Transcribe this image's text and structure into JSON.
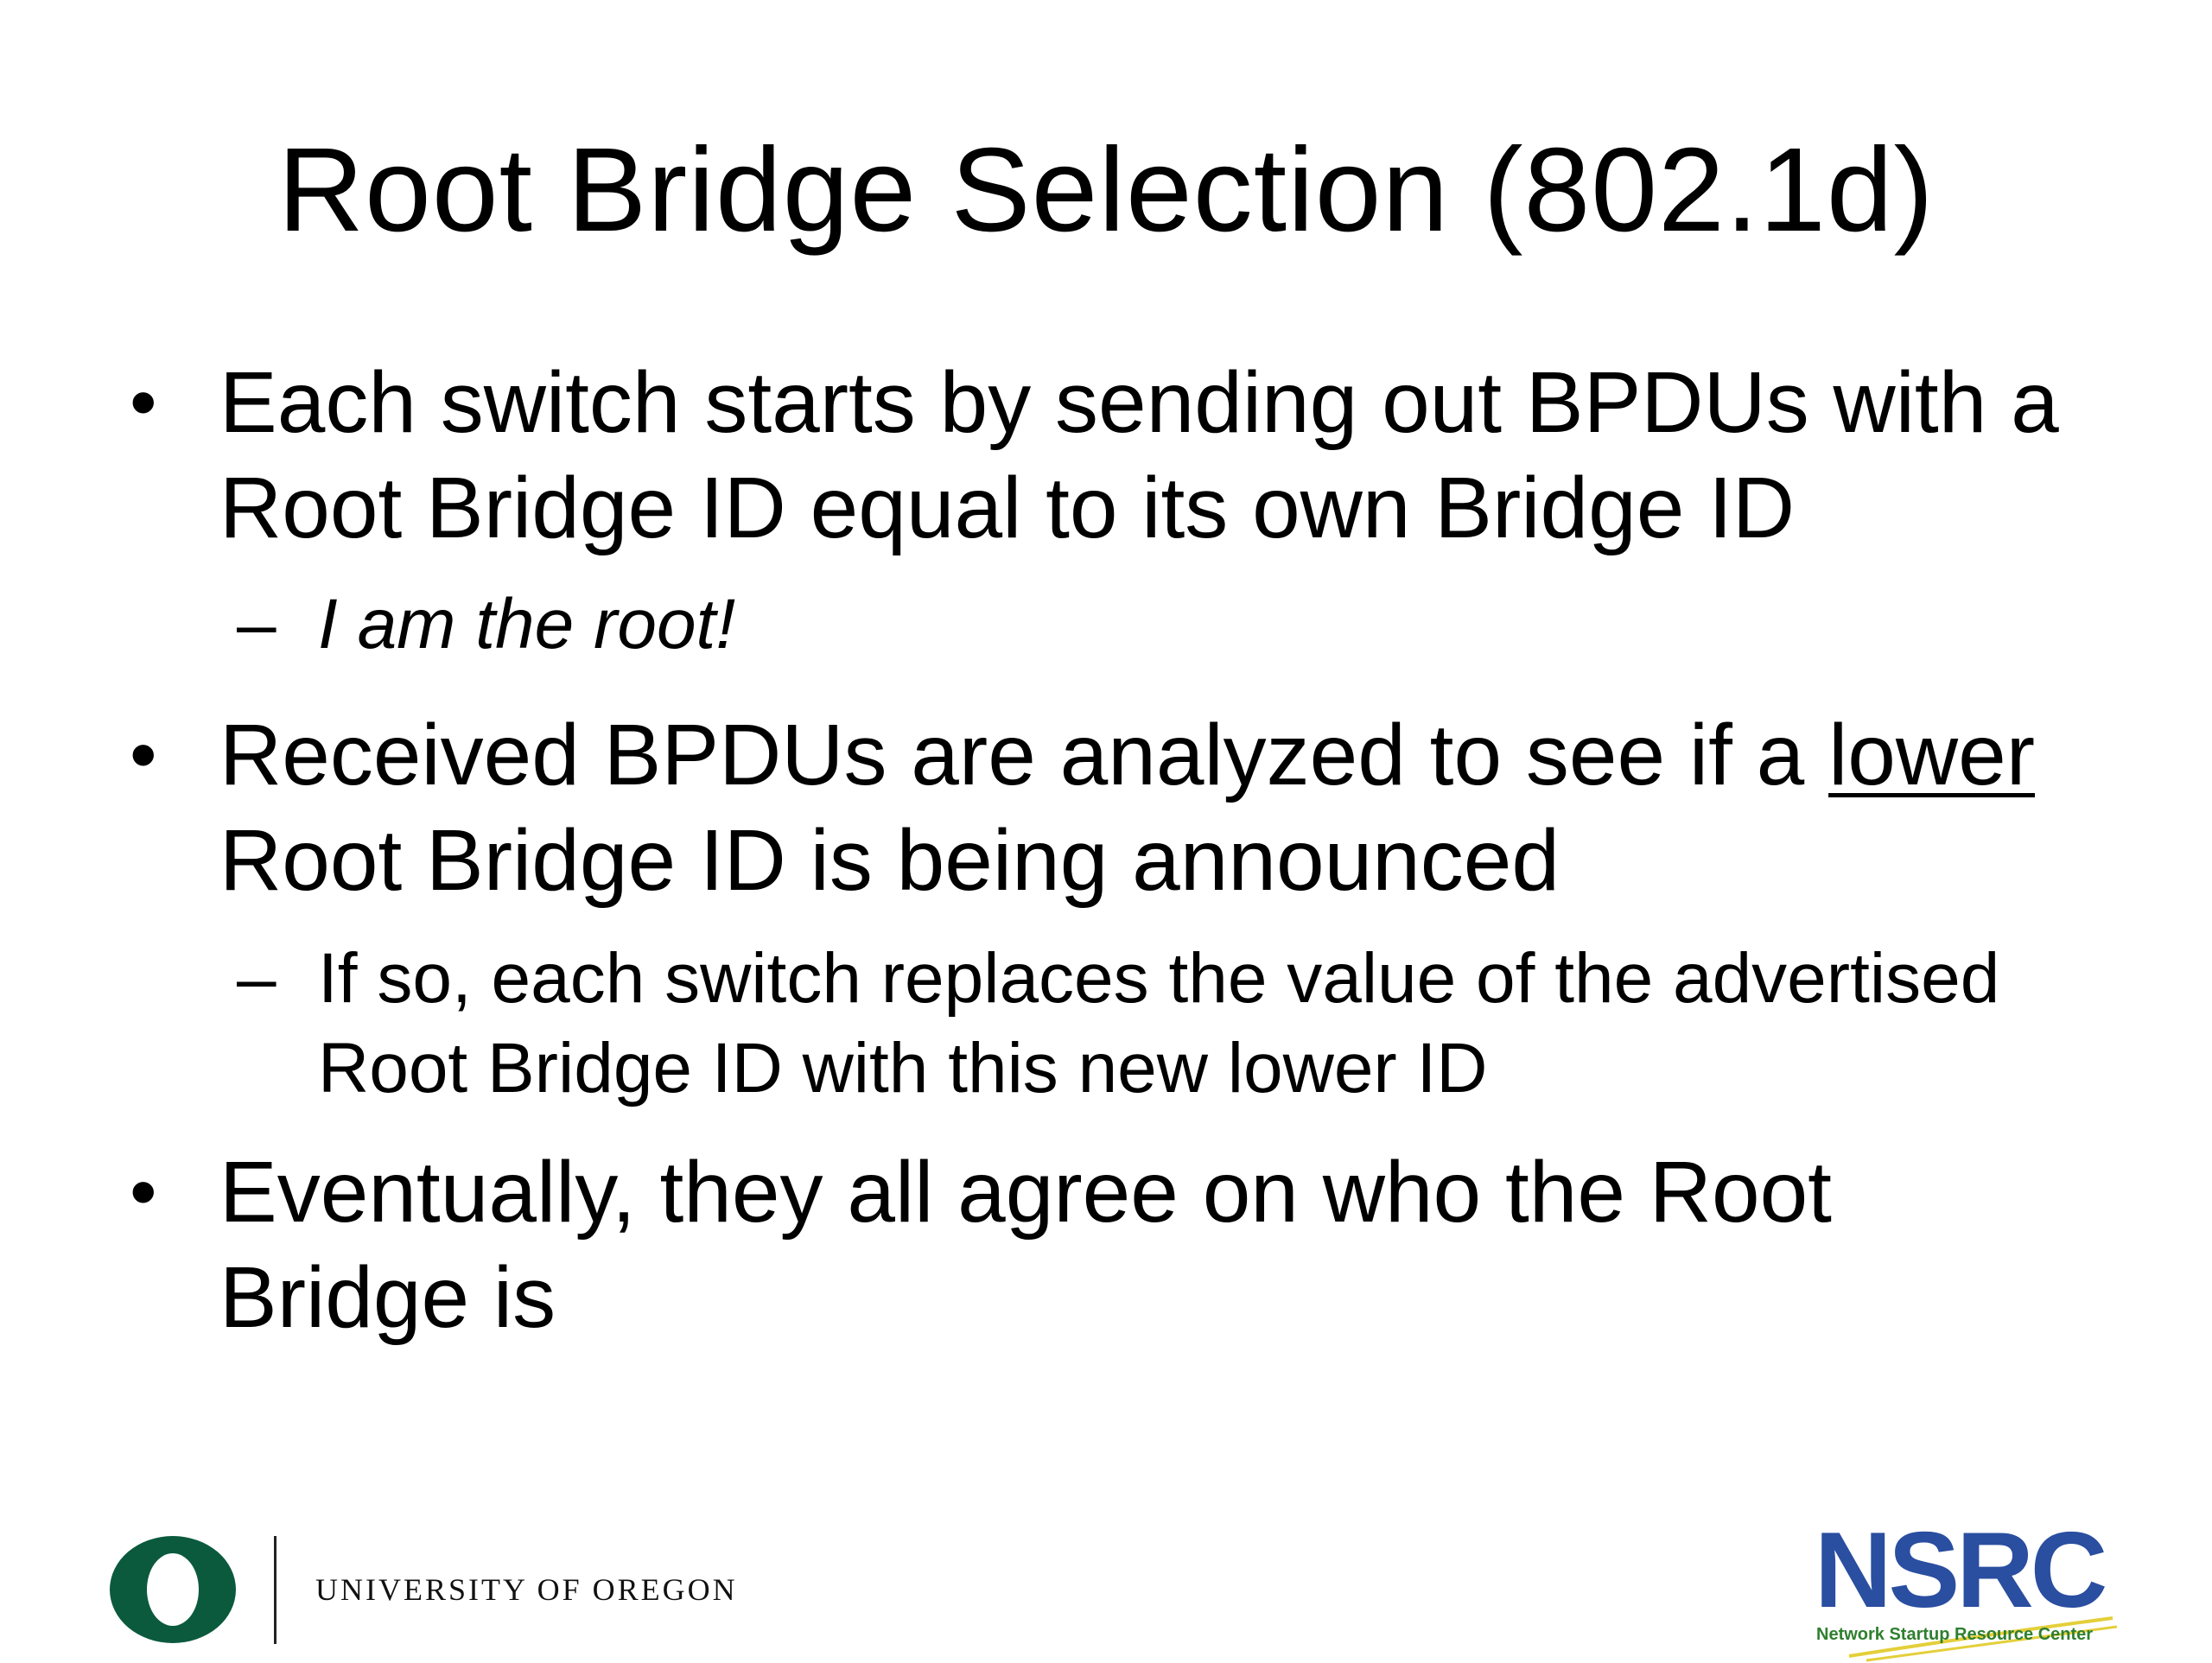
{
  "slide": {
    "title": "Root Bridge Selection (802.1d)",
    "bullet_marker": "•",
    "sub_marker": "–",
    "bullets": [
      {
        "lines": [
          "Each switch starts by sending out BPDUs with a",
          "Root Bridge ID equal to its own Bridge ID"
        ]
      },
      {
        "pre_underline": "Received BPDUs are analyzed to see if a ",
        "underlined": "lower",
        "line2": "Root Bridge ID is being announced"
      },
      {
        "lines": [
          "Eventually, they all agree on who the Root",
          "Bridge is"
        ]
      }
    ],
    "subs": [
      {
        "text": "I am the root!"
      },
      {
        "lines": [
          "If so, each switch replaces the value of the advertised",
          "Root Bridge ID with this new lower ID"
        ]
      }
    ]
  },
  "footer": {
    "university_name": "UNIVERSITY OF OREGON",
    "university_logo_letter": "O",
    "nsrc_name": "NSRC",
    "nsrc_full": "Network Startup Resource Center"
  },
  "colors": {
    "uo_green": "#0b5a3e",
    "nsrc_blue": "#2a4ea0",
    "nsrc_green": "#2f7f2f",
    "swoosh_yellow": "#e4cf3a"
  }
}
